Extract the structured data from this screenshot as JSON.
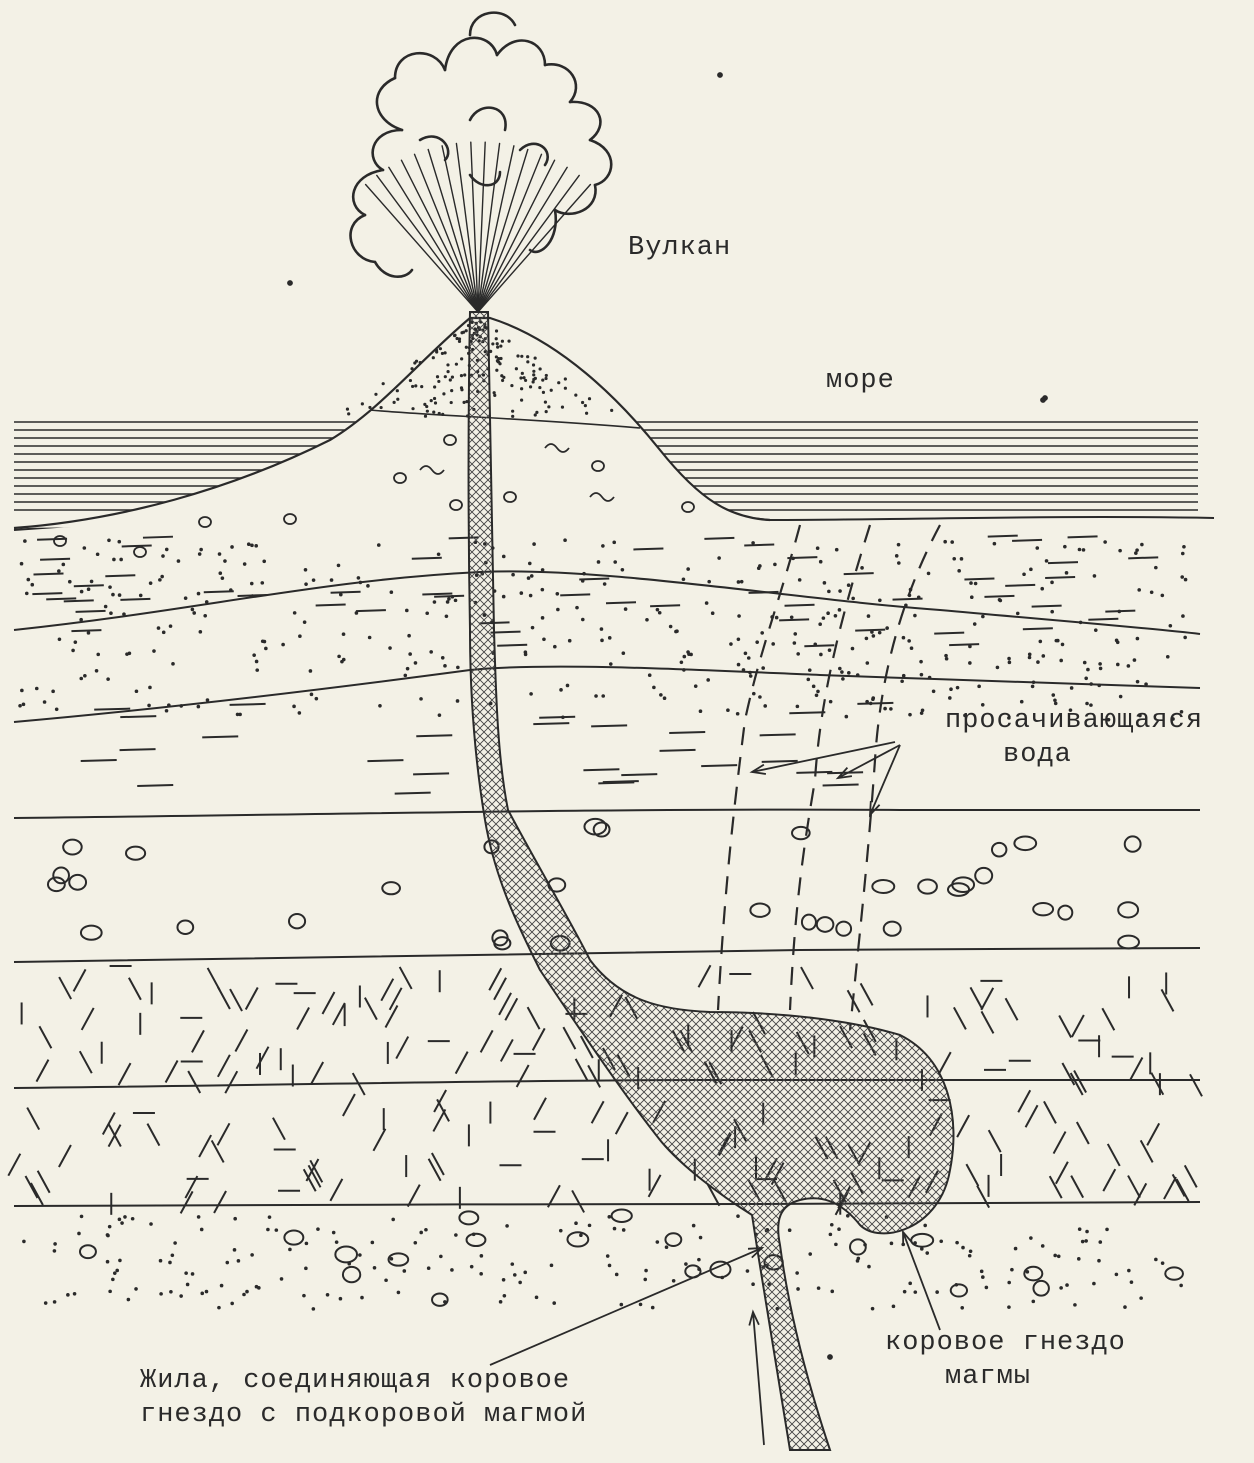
{
  "labels": {
    "volcano": "Вулкан",
    "sea": "море",
    "seeping_water_line1": "просачивающаяся",
    "seeping_water_line2": "вода",
    "crustal_chamber_line1": "коровое гнездо",
    "crustal_chamber_line2": "магмы",
    "vein_line1": "Жила, соединяющая коровое",
    "vein_line2": "гнездо с подкоровой магмой"
  },
  "colors": {
    "paper": "#f3f1e6",
    "ink": "#2a2a2a"
  }
}
